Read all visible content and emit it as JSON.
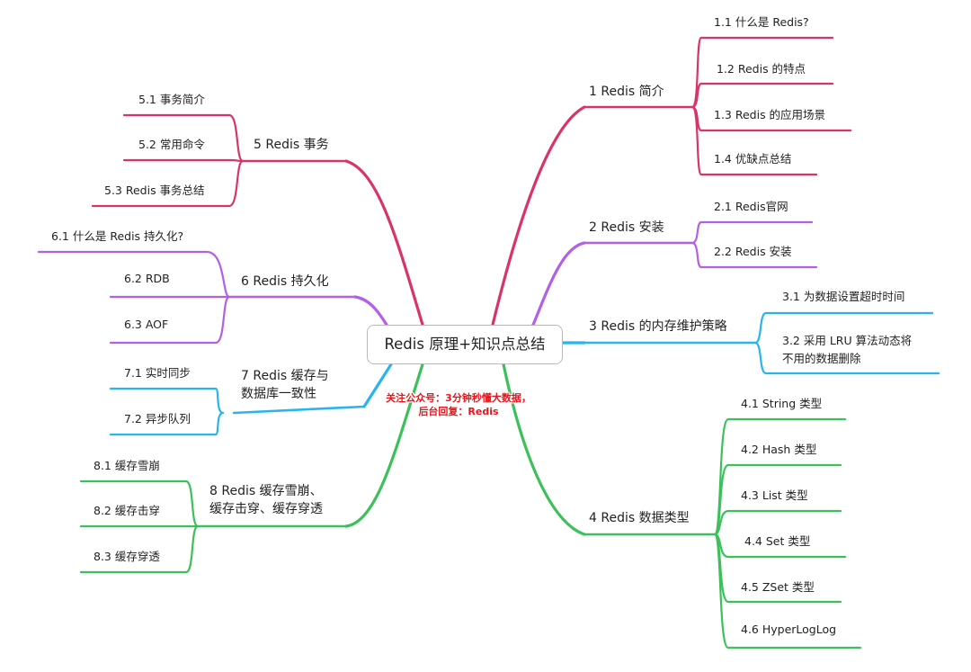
{
  "root": {
    "title": "Redis 原理+知识点总结"
  },
  "watermark": "关注公众号：3分钟秒懂大数据，\n后台回复：Redis",
  "colors": {
    "red": "#d9336a",
    "purple": "#b35fe6",
    "blue": "#27b5f0",
    "green": "#3cc05a",
    "line_root": "#c7c7c7"
  },
  "branches": [
    {
      "label": "1 Redis 简介",
      "color": "red",
      "children": [
        "1.1 什么是 Redis?",
        "1.2 Redis 的特点",
        "1.3 Redis 的应用场景",
        "1.4 优缺点总结"
      ]
    },
    {
      "label": "2 Redis 安装",
      "color": "purple",
      "children": [
        "2.1 Redis官网",
        "2.2 Redis 安装"
      ]
    },
    {
      "label": "3 Redis 的内存维护策略",
      "color": "blue",
      "children": [
        "3.1 为数据设置超时时间",
        "3.2 采用 LRU 算法动态将\n    不用的数据删除"
      ]
    },
    {
      "label": "4 Redis 数据类型",
      "color": "green",
      "children": [
        "4.1 String 类型",
        "4.2 Hash 类型",
        "4.3 List 类型",
        "4.4 Set 类型",
        "4.5 ZSet 类型",
        "4.6 HyperLogLog"
      ]
    },
    {
      "label": "5 Redis 事务",
      "color": "red",
      "children": [
        "5.1 事务简介",
        "5.2 常用命令",
        "5.3 Redis 事务总结"
      ]
    },
    {
      "label": "6 Redis 持久化",
      "color": "purple",
      "children": [
        "6.1 什么是 Redis 持久化?",
        "6.2 RDB",
        "6.3 AOF"
      ]
    },
    {
      "label": "7 Redis 缓存与\n数据库一致性",
      "color": "blue",
      "children": [
        "7.1 实时同步",
        "7.2 异步队列"
      ]
    },
    {
      "label": "8 Redis 缓存雪崩、\n缓存击穿、缓存穿透",
      "color": "green",
      "children": [
        "8.1 缓存雪崩",
        "8.2 缓存击穿",
        "8.3 缓存穿透"
      ]
    }
  ]
}
